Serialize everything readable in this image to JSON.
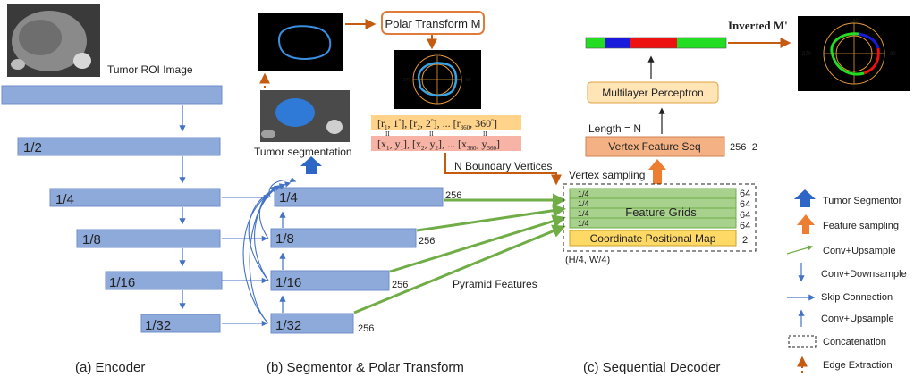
{
  "encoder": {
    "roi_label": "Tumor ROI Image",
    "scales": [
      "1/2",
      "1/4",
      "1/8",
      "1/16",
      "1/32"
    ],
    "caption": "(a) Encoder"
  },
  "segmentor": {
    "seg_label": "Tumor segmentation",
    "polar_title": "Polar Transform M",
    "polar_row1": [
      "[r",
      "1",
      ", 1",
      "°",
      "], [r",
      "2",
      ", 2",
      "°",
      "], ... [r",
      "360",
      ", 360",
      "°",
      "]"
    ],
    "polar_row2": [
      "[x",
      "1",
      ", y",
      "1",
      "], [x",
      "2",
      ", y",
      "2",
      "], ... [x",
      "360",
      ", y",
      "360",
      "]"
    ],
    "equals_mark": "II",
    "levels": [
      "1/4",
      "1/8",
      "1/16",
      "1/32"
    ],
    "level_dims": [
      "256",
      "256",
      "256",
      "256"
    ],
    "boundary_label": "N Boundary Vertices",
    "pyramid_label": "Pyramid Features",
    "caption": "(b) Segmentor & Polar Transform"
  },
  "decoder": {
    "inverted_label": "Inverted M'",
    "mlp_label": "Multilayer Perceptron",
    "length_label": "Length = N",
    "seq_label": "Vertex Feature Seq",
    "seq_dim": "256+2",
    "vertex_sampling_label": "Vertex sampling",
    "grid_rows": [
      "1/4",
      "1/4",
      "1/4",
      "1/4"
    ],
    "grid_dims": [
      "64",
      "64",
      "64",
      "64"
    ],
    "grid_title": "Feature Grids",
    "coord_label": "Coordinate Positional Map",
    "coord_dim": "2",
    "size_label": "(H/4, W/4)",
    "caption": "(c) Sequential Decoder",
    "bar_colors": [
      "#22dd22",
      "#1a1add",
      "#ee1111",
      "#22dd22"
    ],
    "polar_ticks": [
      "180",
      "270",
      "90",
      "0"
    ],
    "inverted_ticks": [
      "180",
      "270",
      "90",
      "0"
    ]
  },
  "legend": {
    "items": [
      {
        "label": "Tumor Segmentor",
        "icon": "blue-up-arrow-icon"
      },
      {
        "label": "Feature sampling",
        "icon": "orange-up-arrow-icon"
      },
      {
        "label": "Conv+Upsample",
        "icon": "green-arrow-icon"
      },
      {
        "label": "Conv+Downsample",
        "icon": "blue-down-arrow-icon"
      },
      {
        "label": "Skip Connection",
        "icon": "blue-right-arrow-icon"
      },
      {
        "label": "Conv+Upsample",
        "icon": "blue-up-thin-arrow-icon"
      },
      {
        "label": "Concatenation",
        "icon": "dashed-box-icon"
      },
      {
        "label": "Edge Extraction",
        "icon": "orange-dashed-arrow-icon"
      }
    ]
  },
  "colors": {
    "enc_fill": "#8eaadb",
    "enc_stroke": "#6f8fc8",
    "green": "#70ad47",
    "grid_fill": "#a9d18e",
    "coord_fill": "#ffd966",
    "orange": "#e07b39",
    "mlp_fill": "#ffe4b5",
    "seq_fill": "#f4b183",
    "blue_arrow": "#4472c4"
  }
}
